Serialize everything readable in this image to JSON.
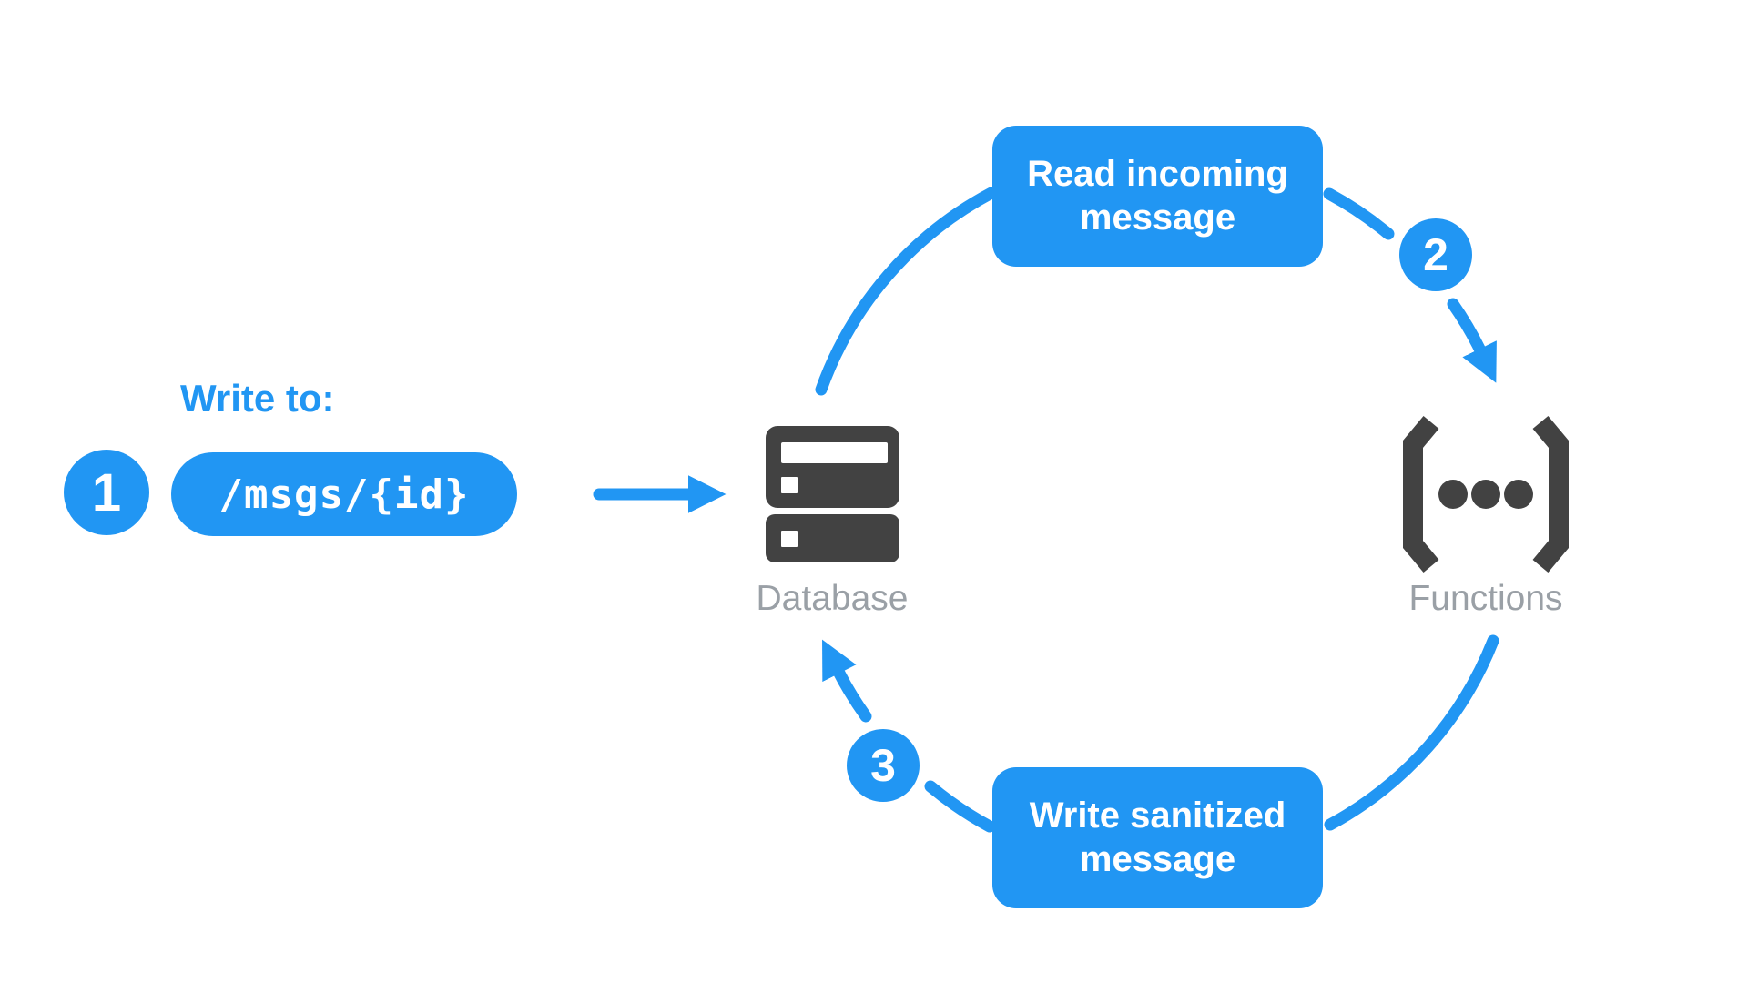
{
  "colors": {
    "accent_blue": "#2196F3",
    "icon_dark": "#424242",
    "label_gray": "#9AA0A6",
    "background": "#FFFFFF"
  },
  "write_flow": {
    "heading": "Write to:",
    "badge": "1",
    "path": "/msgs/{id}"
  },
  "nodes": {
    "database_label": "Database",
    "functions_label": "Functions"
  },
  "cycle": {
    "read_box": "Read incoming message",
    "write_box": "Write sanitized message",
    "badge2": "2",
    "badge3": "3"
  },
  "icons": {
    "database": "server-stack-icon",
    "functions": "brackets-dots-icon",
    "write_arrow": "arrow-right-icon",
    "cycle_arrows": "curved-arrow-icon"
  }
}
